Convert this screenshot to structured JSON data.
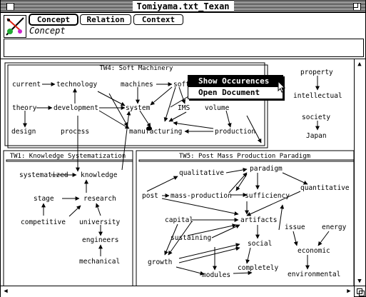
{
  "window": {
    "title": "Tomiyama.txt_Texan"
  },
  "toolbar": {
    "concept_label": "Concept",
    "relation_label": "Relation",
    "context_label": "Context",
    "mode_label": "Concept"
  },
  "input": {
    "value": ""
  },
  "frames": {
    "tw4": "TW4: Soft Machinery",
    "tw1": "TW1: Knowledge Systematization",
    "tw5": "TW5: Post Mass Production Paradigm"
  },
  "concepts": {
    "current": "current",
    "technology": "technology",
    "machines": "machines",
    "software": "soft",
    "theory": "theory",
    "development": "development",
    "system": "system",
    "ims": "IMS",
    "volume": "volume",
    "design": "design",
    "process": "process",
    "manufacturing": "manufacturing",
    "production": "production",
    "property": "property",
    "intellectual": "intellectual",
    "society": "society",
    "japan": "Japan",
    "systematized": "systematized",
    "knowledge": "knowledge",
    "stage": "stage",
    "research": "research",
    "competitive": "competitive",
    "university": "university",
    "engineers": "engineers",
    "mechanical": "mechanical",
    "qualitative": "qualitative",
    "paradigm": "paradigm",
    "quantitative": "quantitative",
    "post": "post",
    "mass_production": "mass-production",
    "sufficiency": "sufficiency",
    "capital": "capital",
    "artifacts": "artifacts",
    "sustaining": "sustaining",
    "social": "social",
    "issue": "issue",
    "energy": "energy",
    "economic": "economic",
    "growth": "growth",
    "modules": "modules",
    "completely": "completely",
    "environmental": "environmental"
  },
  "context_menu": {
    "show_occurences": "Show Occurences",
    "open_document": "Open Document"
  }
}
